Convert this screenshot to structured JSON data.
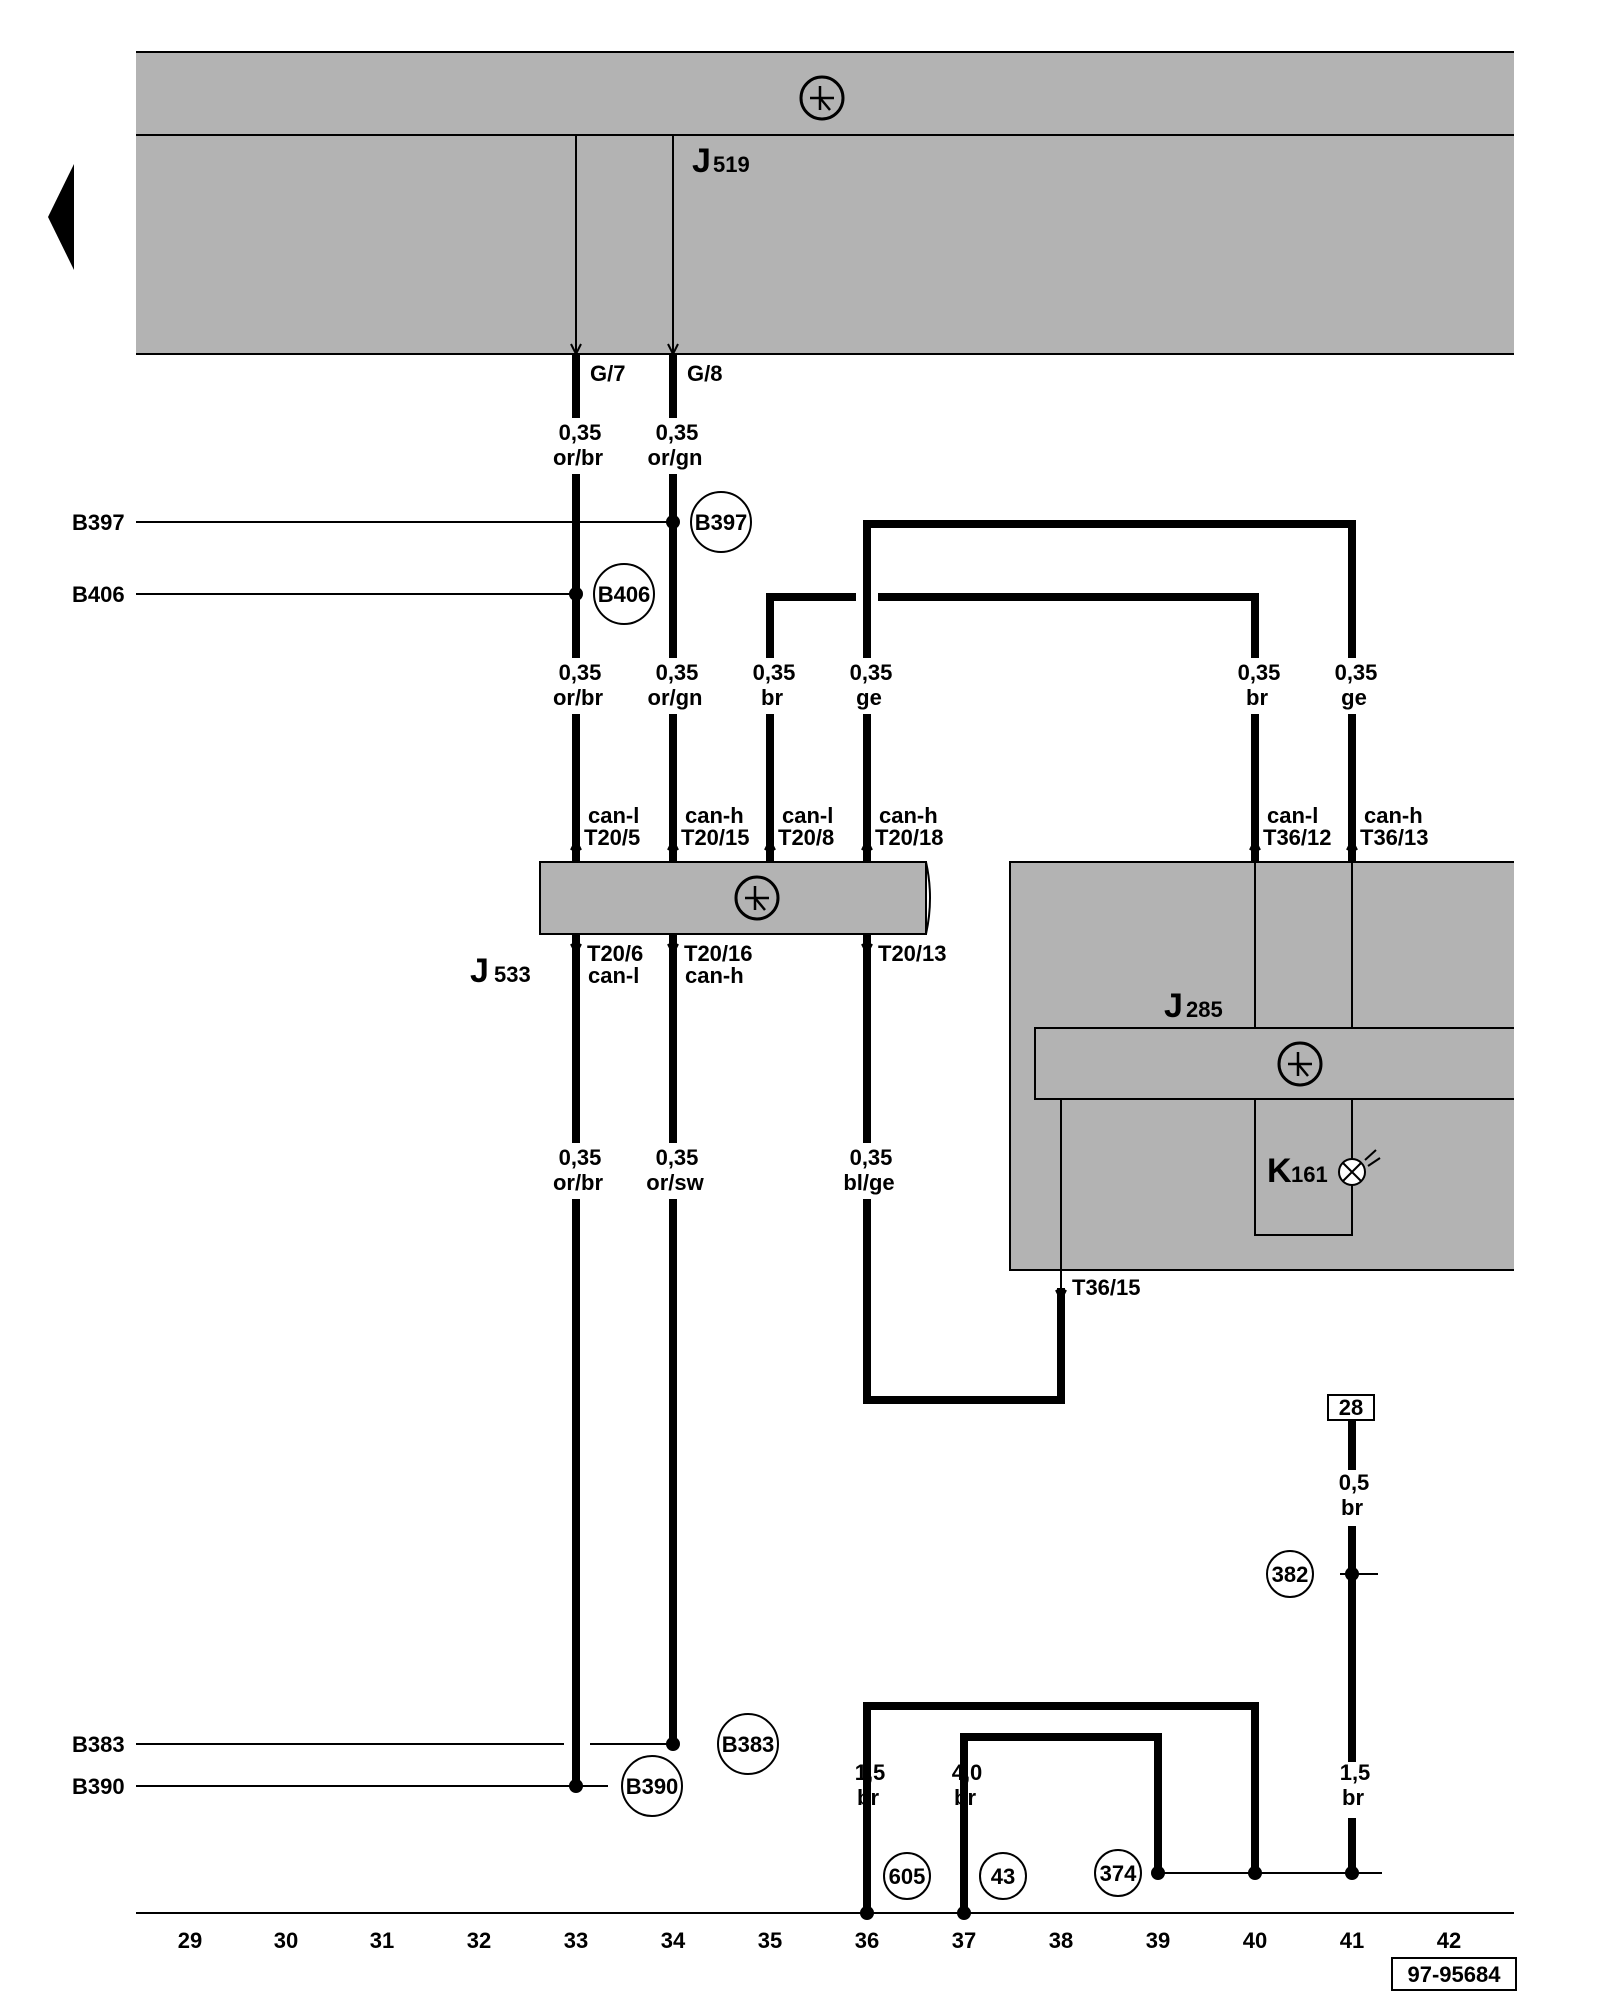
{
  "components": {
    "j519": {
      "letter": "J",
      "sub": "519"
    },
    "j533": {
      "letter": "J",
      "sub": "533"
    },
    "j285": {
      "letter": "J",
      "sub": "285"
    },
    "k161": {
      "letter": "K",
      "sub": "161"
    }
  },
  "pins": {
    "g7": "G/7",
    "g8": "G/8",
    "t20_5": "T20/5",
    "t20_15": "T20/15",
    "t20_8": "T20/8",
    "t20_18": "T20/18",
    "t36_12": "T36/12",
    "t36_13": "T36/13",
    "t20_6": "T20/6",
    "t20_16": "T20/16",
    "t20_13": "T20/13",
    "t36_15": "T36/15"
  },
  "signals": {
    "canl": "can-l",
    "canh": "can-h"
  },
  "wires": {
    "w33a": {
      "size": "0,35",
      "color": "or/br"
    },
    "w34a": {
      "size": "0,35",
      "color": "or/gn"
    },
    "w33b": {
      "size": "0,35",
      "color": "or/br"
    },
    "w34b": {
      "size": "0,35",
      "color": "or/gn"
    },
    "w35": {
      "size": "0,35",
      "color": "br"
    },
    "w36": {
      "size": "0,35",
      "color": "ge"
    },
    "w40": {
      "size": "0,35",
      "color": "br"
    },
    "w41": {
      "size": "0,35",
      "color": "ge"
    },
    "w33c": {
      "size": "0,35",
      "color": "or/br"
    },
    "w34c": {
      "size": "0,35",
      "color": "or/sw"
    },
    "w36c": {
      "size": "0,35",
      "color": "bl/ge"
    },
    "w41d": {
      "size": "0,5",
      "color": "br"
    },
    "w36g": {
      "size": "1,5",
      "color": "br"
    },
    "w37g": {
      "size": "4,0",
      "color": "br"
    },
    "w41g": {
      "size": "1,5",
      "color": "br"
    }
  },
  "connections": {
    "b397": "B397",
    "b406": "B406",
    "b383": "B383",
    "b390": "B390"
  },
  "grounds": {
    "g605": "605",
    "g43": "43",
    "g374": "374",
    "g382": "382"
  },
  "ref_box": "28",
  "columns": [
    "29",
    "30",
    "31",
    "32",
    "33",
    "34",
    "35",
    "36",
    "37",
    "38",
    "39",
    "40",
    "41",
    "42"
  ],
  "figure_id": "97-95684",
  "colors": {
    "module_fill": "#b3b3b3",
    "wire": "#000000"
  }
}
